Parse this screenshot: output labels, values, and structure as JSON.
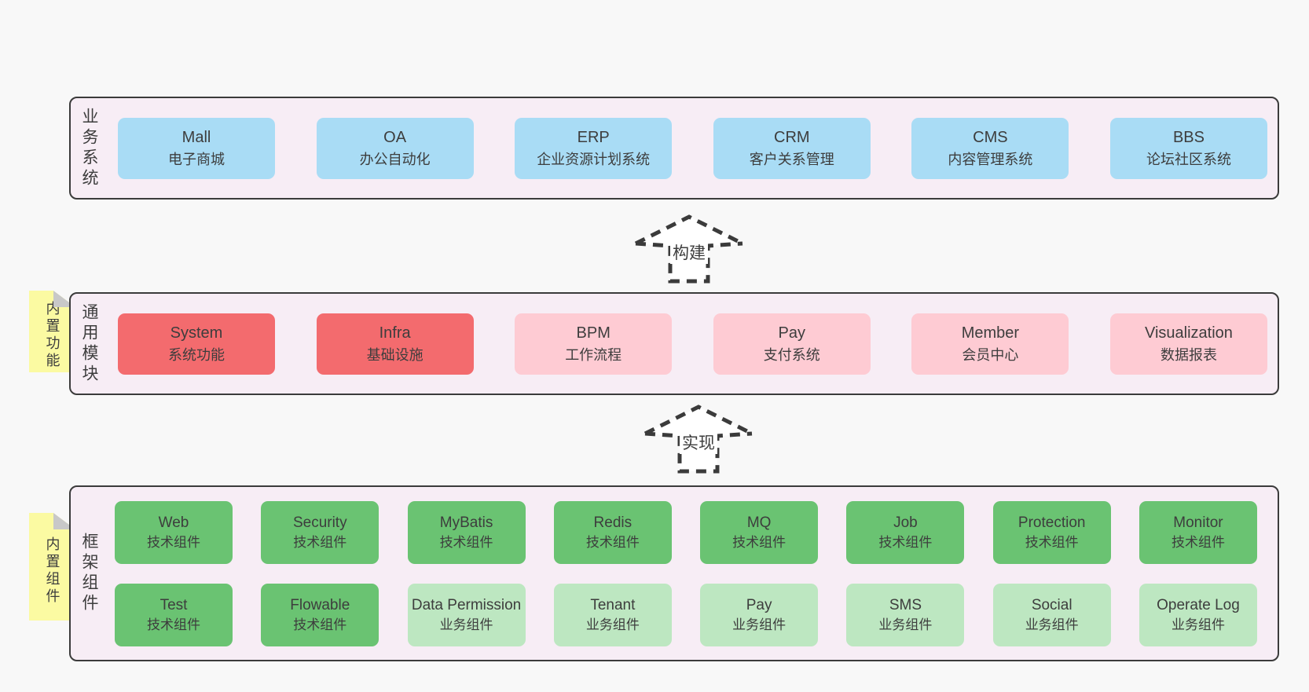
{
  "diagram": {
    "sections": {
      "business": {
        "label": "业务系统",
        "boxes": [
          {
            "name": "Mall",
            "desc": "电子商城",
            "type": "blue"
          },
          {
            "name": "OA",
            "desc": "办公自动化",
            "type": "blue"
          },
          {
            "name": "ERP",
            "desc": "企业资源计划系统",
            "type": "blue"
          },
          {
            "name": "CRM",
            "desc": "客户关系管理",
            "type": "blue"
          },
          {
            "name": "CMS",
            "desc": "内容管理系统",
            "type": "blue"
          },
          {
            "name": "BBS",
            "desc": "论坛社区系统",
            "type": "blue"
          }
        ]
      },
      "modules": {
        "label": "通用模块",
        "sticky": "内置功能",
        "boxes": [
          {
            "name": "System",
            "desc": "系统功能",
            "type": "red"
          },
          {
            "name": "Infra",
            "desc": "基础设施",
            "type": "red"
          },
          {
            "name": "BPM",
            "desc": "工作流程",
            "type": "pink"
          },
          {
            "name": "Pay",
            "desc": "支付系统",
            "type": "pink"
          },
          {
            "name": "Member",
            "desc": "会员中心",
            "type": "pink"
          },
          {
            "name": "Visualization",
            "desc": "数据报表",
            "type": "pink"
          }
        ]
      },
      "framework": {
        "label": "框架组件",
        "sticky": "内置组件",
        "rows": [
          [
            {
              "name": "Web",
              "desc": "技术组件",
              "type": "green"
            },
            {
              "name": "Security",
              "desc": "技术组件",
              "type": "green"
            },
            {
              "name": "MyBatis",
              "desc": "技术组件",
              "type": "green"
            },
            {
              "name": "Redis",
              "desc": "技术组件",
              "type": "green"
            },
            {
              "name": "MQ",
              "desc": "技术组件",
              "type": "green"
            },
            {
              "name": "Job",
              "desc": "技术组件",
              "type": "green"
            },
            {
              "name": "Protection",
              "desc": "技术组件",
              "type": "green"
            },
            {
              "name": "Monitor",
              "desc": "技术组件",
              "type": "green"
            }
          ],
          [
            {
              "name": "Test",
              "desc": "技术组件",
              "type": "green"
            },
            {
              "name": "Flowable",
              "desc": "技术组件",
              "type": "green"
            },
            {
              "name": "Data Permission",
              "desc": "业务组件",
              "type": "lightgreen"
            },
            {
              "name": "Tenant",
              "desc": "业务组件",
              "type": "lightgreen"
            },
            {
              "name": "Pay",
              "desc": "业务组件",
              "type": "lightgreen"
            },
            {
              "name": "SMS",
              "desc": "业务组件",
              "type": "lightgreen"
            },
            {
              "name": "Social",
              "desc": "业务组件",
              "type": "lightgreen"
            },
            {
              "name": "Operate Log",
              "desc": "业务组件",
              "type": "lightgreen"
            }
          ]
        ]
      }
    },
    "arrows": [
      {
        "label": "构建"
      },
      {
        "label": "实现"
      }
    ],
    "colors": {
      "blue": "#a9dcf5",
      "red": "#f36b6e",
      "pink": "#fecbd3",
      "green": "#6ac372",
      "lightgreen": "#bde7c1",
      "band_bg": "#f7edf5",
      "band_border": "#3b3b3b",
      "sticky_bg": "#fbfaa2",
      "sticky_fold": "#c8c8c8",
      "page_bg": "#f8f8f8",
      "text": "#3d3d3d"
    }
  }
}
